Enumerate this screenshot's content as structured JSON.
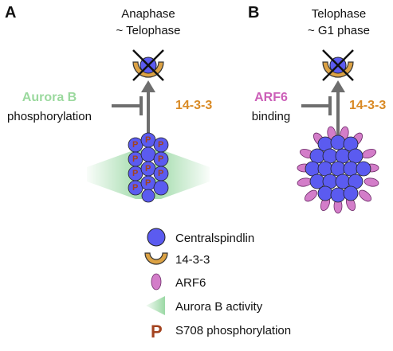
{
  "panels": [
    {
      "letter": "A",
      "phase_line1": "Anaphase",
      "phase_line2": "~ Telophase",
      "regulator": "Aurora B",
      "regulator_action": "phosphorylation",
      "inhibited": "14-3-3"
    },
    {
      "letter": "B",
      "phase_line1": "Telophase",
      "phase_line2": "~ G1 phase",
      "regulator": "ARF6",
      "regulator_action": "binding",
      "inhibited": "14-3-3"
    }
  ],
  "legend": {
    "centralspindlin": "Centralspindlin",
    "p1433": "14-3-3",
    "arf6": "ARF6",
    "aurora": "Aurora B activity",
    "s708": "S708 phosphorylation",
    "p_symbol": "P"
  },
  "colors": {
    "centralspindlin": "#5b5bf0",
    "p1433": "#dca244",
    "arf6": "#d37dc9",
    "aurora": "#8fd49a",
    "aurora_text": "#9bd99e",
    "arf6_text": "#cc5fb8",
    "label_1433": "#d98a25",
    "phospho": "#a3431f",
    "arrow": "#6e6e6e"
  }
}
